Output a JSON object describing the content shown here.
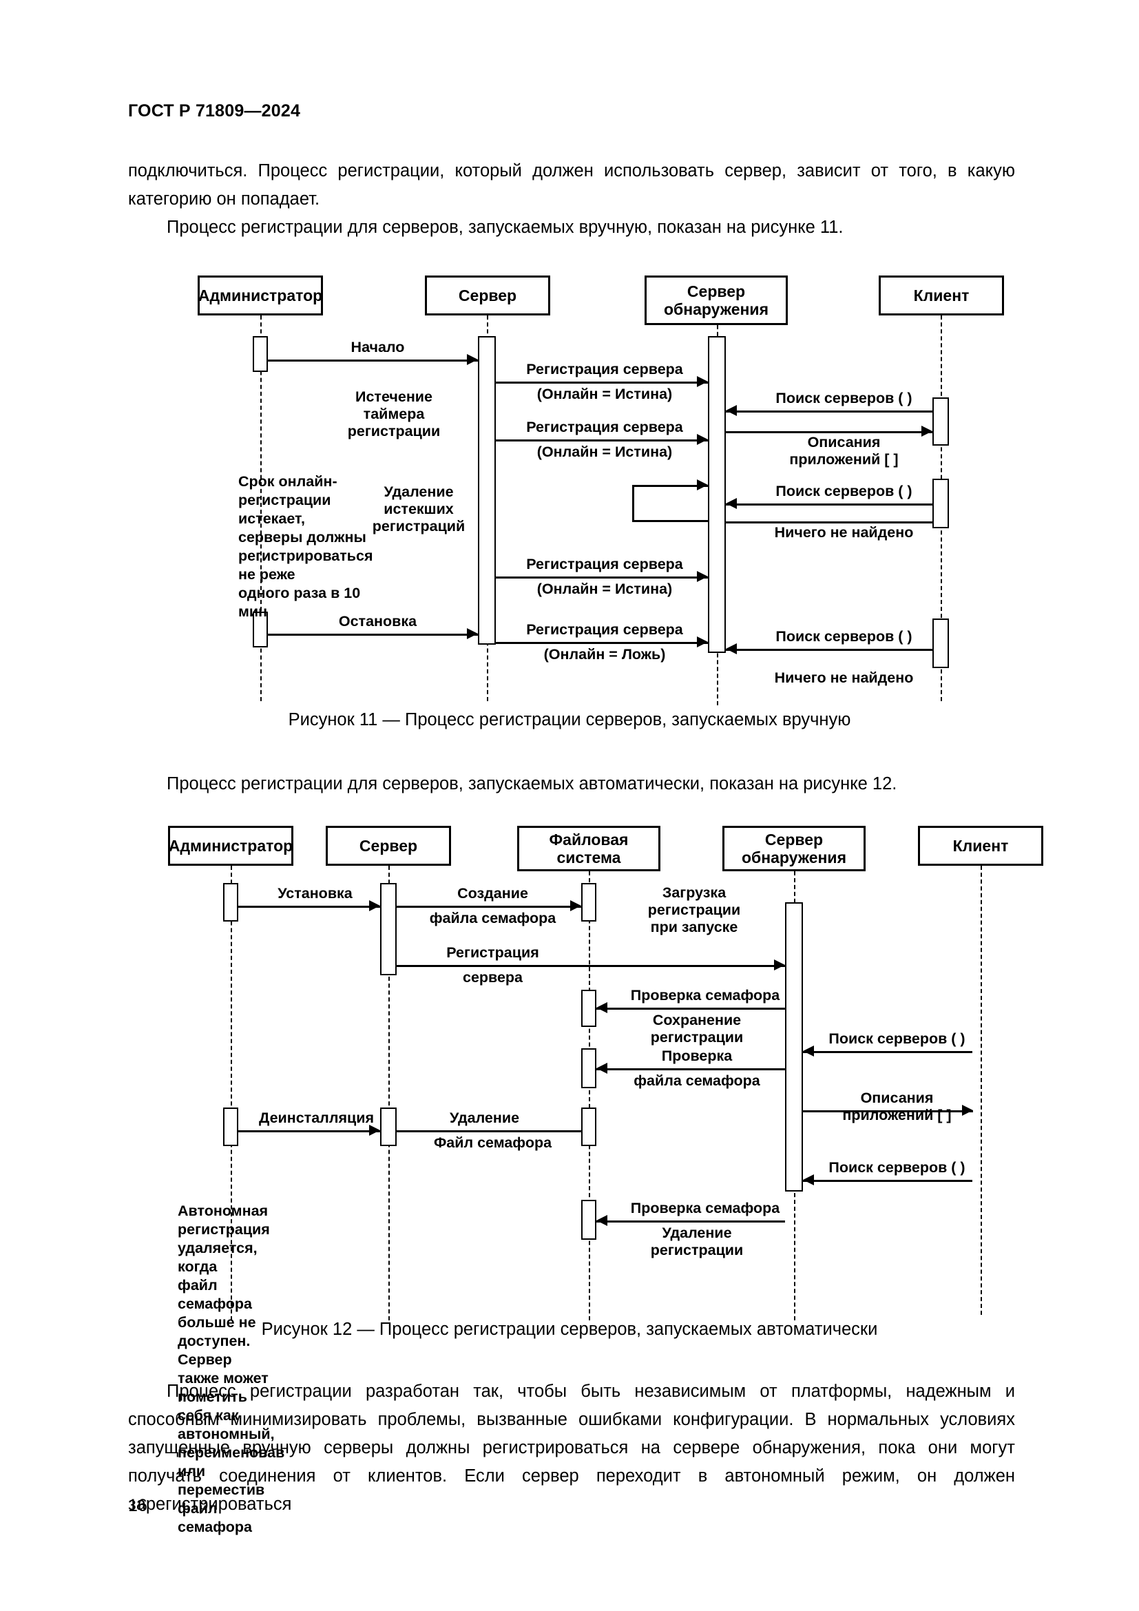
{
  "document": {
    "running_head": "ГОСТ Р 71809—2024",
    "page_number": "16"
  },
  "paragraphs": {
    "intro": "подключиться. Процесс регистрации, который должен использовать сервер, зависит от того, в какую категорию он попадает.",
    "intro_indent": "Процесс регистрации для серверов, запускаемых вручную, показан на рисунке 11.",
    "fig12_ref": "Процесс регистрации для серверов, запускаемых автоматически, показан на рисунке 12.",
    "closing": "Процесс регистрации разработан так, чтобы быть независимым от платформы, надежным и способным минимизировать проблемы, вызванные ошибками конфигурации. В нормальных условиях запущенные вручную серверы должны регистрироваться на сервере обнаружения, пока они могут получать соединения от клиентов. Если сервер переходит в автономный режим, он должен зарегистрироваться"
  },
  "figure11": {
    "caption": "Рисунок 11 — Процесс регистрации серверов, запускаемых вручную",
    "actors": [
      {
        "label": "Администратор"
      },
      {
        "label": "Сервер"
      },
      {
        "label": "Сервер\nобнаружения"
      },
      {
        "label": "Клиент"
      }
    ],
    "messages": [
      {
        "label": "Начало",
        "from": "Администратор",
        "to": "Сервер"
      },
      {
        "label": "Регистрация сервера",
        "sub": "(Онлайн = Истина)",
        "from": "Сервер",
        "to": "Сервер обнаружения"
      },
      {
        "label": "Поиск серверов ( )",
        "from": "Клиент",
        "to": "Сервер обнаружения"
      },
      {
        "label": "Описания\nприложений [  ]",
        "from": "Сервер обнаружения",
        "to": "Клиент"
      },
      {
        "label": "Регистрация сервера",
        "sub": "(Онлайн = Истина)",
        "from": "Сервер",
        "to": "Сервер обнаружения"
      },
      {
        "label": "Удаление\nистекших\nрегистраций",
        "from": "Сервер обнаружения",
        "to": "Сервер обнаружения"
      },
      {
        "label": "Поиск серверов ( )",
        "from": "Клиент",
        "to": "Сервер обнаружения"
      },
      {
        "label": "Ничего не найдено",
        "from": "Сервер обнаружения",
        "to": "Клиент"
      },
      {
        "label": "Регистрация сервера",
        "sub": "(Онлайн = Истина)",
        "from": "Сервер",
        "to": "Сервер обнаружения"
      },
      {
        "label": "Остановка",
        "from": "Администратор",
        "to": "Сервер"
      },
      {
        "label": "Регистрация сервера",
        "sub": "(Онлайн = Ложь)",
        "from": "Сервер",
        "to": "Сервер обнаружения"
      },
      {
        "label": "Поиск серверов ( )",
        "from": "Клиент",
        "to": "Сервер обнаружения"
      },
      {
        "label": "Ничего не найдено",
        "from": "Сервер обнаружения",
        "to": "Клиент"
      }
    ],
    "labels": {
      "start": "Начало",
      "timer": "Истечение\nтаймера\nрегистрации",
      "reg_true_1": "Регистрация сервера",
      "reg_true_1_sub": "(Онлайн = Истина)",
      "reg_true_2": "Регистрация сервера",
      "reg_true_2_sub": "(Онлайн = Истина)",
      "find_servers_1": "Поиск серверов ( )",
      "app_desc": "Описания\nприложений [  ]",
      "delete_expired": "Удаление\nистекших\nрегистраций",
      "find_servers_2": "Поиск серверов ( )",
      "nothing_found_1": "Ничего не найдено",
      "reg_true_3": "Регистрация сервера",
      "reg_true_3_sub": "(Онлайн = Истина)",
      "stop": "Остановка",
      "reg_false": "Регистрация сервера",
      "reg_false_sub": "(Онлайн = Ложь)",
      "find_servers_3": "Поиск серверов ( )",
      "nothing_found_2": "Ничего не найдено"
    },
    "note": "Срок онлайн-регистрации\nистекает, серверы должны\nрегистрироваться не реже\nодного раза в 10 мин"
  },
  "figure12": {
    "caption": "Рисунок 12 — Процесс регистрации серверов, запускаемых автоматически",
    "actors": [
      {
        "label": "Администратор"
      },
      {
        "label": "Сервер"
      },
      {
        "label": "Файловая\nсистема"
      },
      {
        "label": "Сервер\nобнаружения"
      },
      {
        "label": "Клиент"
      }
    ],
    "messages": [
      {
        "label": "Установка",
        "from": "Администратор",
        "to": "Сервер"
      },
      {
        "label": "Создание",
        "sub": "файла семафора",
        "from": "Сервер",
        "to": "Файловая система"
      },
      {
        "label": "Загрузка\nрегистрации\nпри запуске",
        "from": "Сервер обнаружения",
        "to": "Сервер обнаружения"
      },
      {
        "label": "Регистрация",
        "sub": "сервера",
        "from": "Сервер",
        "to": "Сервер обнаружения"
      },
      {
        "label": "Проверка семафора",
        "sub": "Сохранение\nрегистрации",
        "from": "Сервер обнаружения",
        "to": "Файловая система"
      },
      {
        "label": "Поиск серверов ( )",
        "from": "Клиент",
        "to": "Сервер обнаружения"
      },
      {
        "label": "Проверка",
        "sub": "файла семафора",
        "from": "Сервер обнаружения",
        "to": "Файловая система"
      },
      {
        "label": "Деинсталляция",
        "from": "Администратор",
        "to": "Сервер"
      },
      {
        "label": "Удаление",
        "sub": "Файл семафора",
        "from": "Сервер",
        "to": "Файловая система"
      },
      {
        "label": "Описания\nприложений [ ]",
        "from": "Сервер обнаружения",
        "to": "Клиент"
      },
      {
        "label": "Поиск серверов ( )",
        "from": "Клиент",
        "to": "Сервер обнаружения"
      },
      {
        "label": "Проверка семафора",
        "sub": "Удаление\nрегистрации",
        "from": "Сервер обнаружения",
        "to": "Файловая система"
      }
    ],
    "labels": {
      "install": "Установка",
      "create_sem": "Создание",
      "create_sem_sub": "файла семафора",
      "load_reg": "Загрузка\nрегистрации\nпри запуске",
      "reg_server": "Регистрация",
      "reg_server_sub": "сервера",
      "check_sem_1": "Проверка семафора",
      "save_reg": "Сохранение\nрегистрации",
      "find_servers_1": "Поиск серверов ( )",
      "check_2": "Проверка",
      "check_2_sub": "файла семафора",
      "uninstall": "Деинсталляция",
      "delete": "Удаление",
      "sem_file": "Файл семафора",
      "app_desc": "Описания\nприложений [ ]",
      "find_servers_2": "Поиск серверов ( )",
      "check_sem_2": "Проверка семафора",
      "delete_reg": "Удаление\nрегистрации"
    },
    "note": "Автономная регистрация удаляется, когда\nфайл семафора больше не доступен. Сервер\nтакже может пометить себя как автономный,\nпереименовав или переместив файл семафора"
  }
}
